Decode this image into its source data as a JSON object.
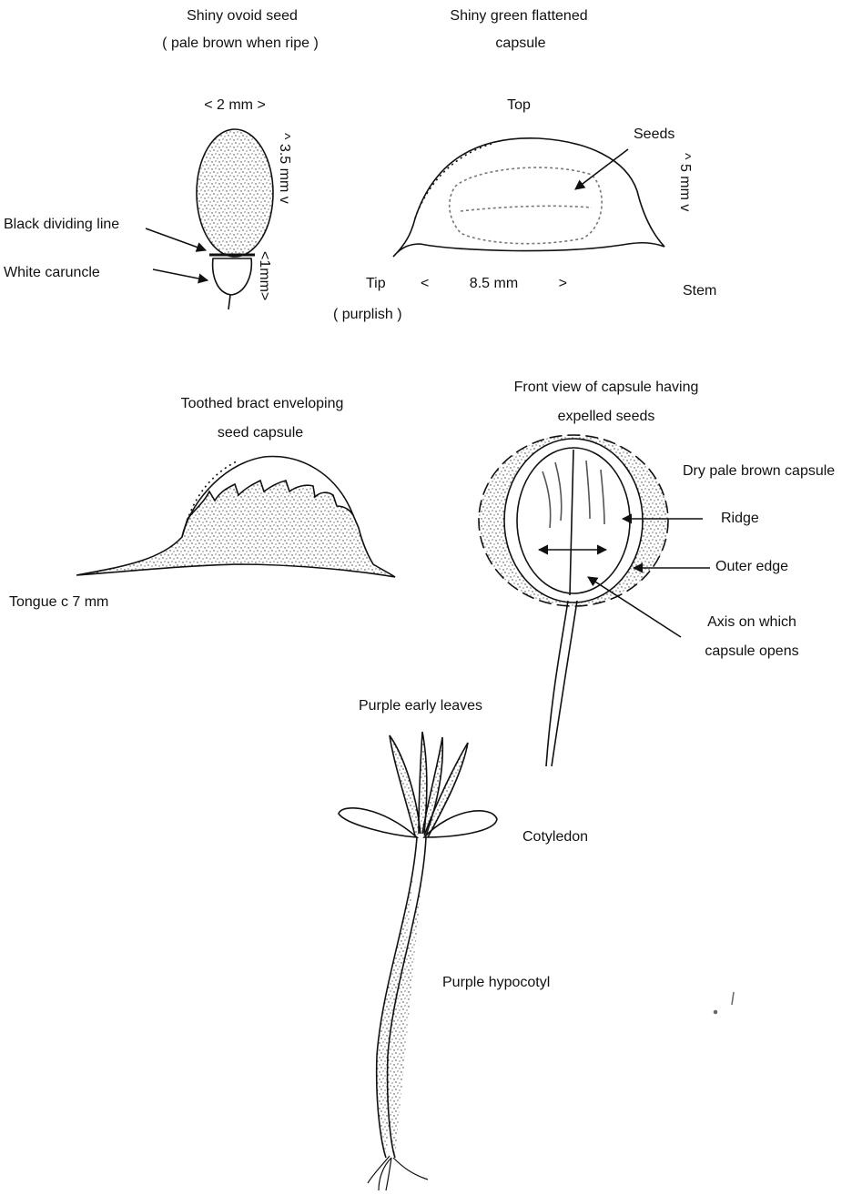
{
  "labels": {
    "seed_title": "Shiny ovoid seed",
    "seed_subtitle": "( pale brown when ripe )",
    "seed_width": "< 2 mm >",
    "seed_length": "^ 3.5 mm v",
    "caruncle_length": "<1mm>",
    "black_line": "Black dividing line",
    "white_caruncle": "White caruncle",
    "capsule_title_1": "Shiny green flattened",
    "capsule_title_2": "capsule",
    "top": "Top",
    "seeds": "Seeds",
    "capsule_height": "^ 5 mm v",
    "tip": "Tip",
    "tip_note": "( purplish )",
    "capsule_length": "<          8.5 mm          >",
    "stem": "Stem",
    "bract_title_1": "Toothed bract enveloping",
    "bract_title_2": "seed capsule",
    "tongue": "Tongue c 7 mm",
    "front_title_1": "Front view of capsule having",
    "front_title_2": "expelled seeds",
    "dry_capsule": "Dry pale brown capsule",
    "ridge": "Ridge",
    "outer_edge": "Outer edge",
    "axis_1": "Axis on which",
    "axis_2": "capsule opens",
    "early_leaves": "Purple early leaves",
    "cotyledon": "Cotyledon",
    "hypocotyl": "Purple hypocotyl"
  },
  "colors": {
    "ink": "#111111",
    "background": "#ffffff"
  }
}
